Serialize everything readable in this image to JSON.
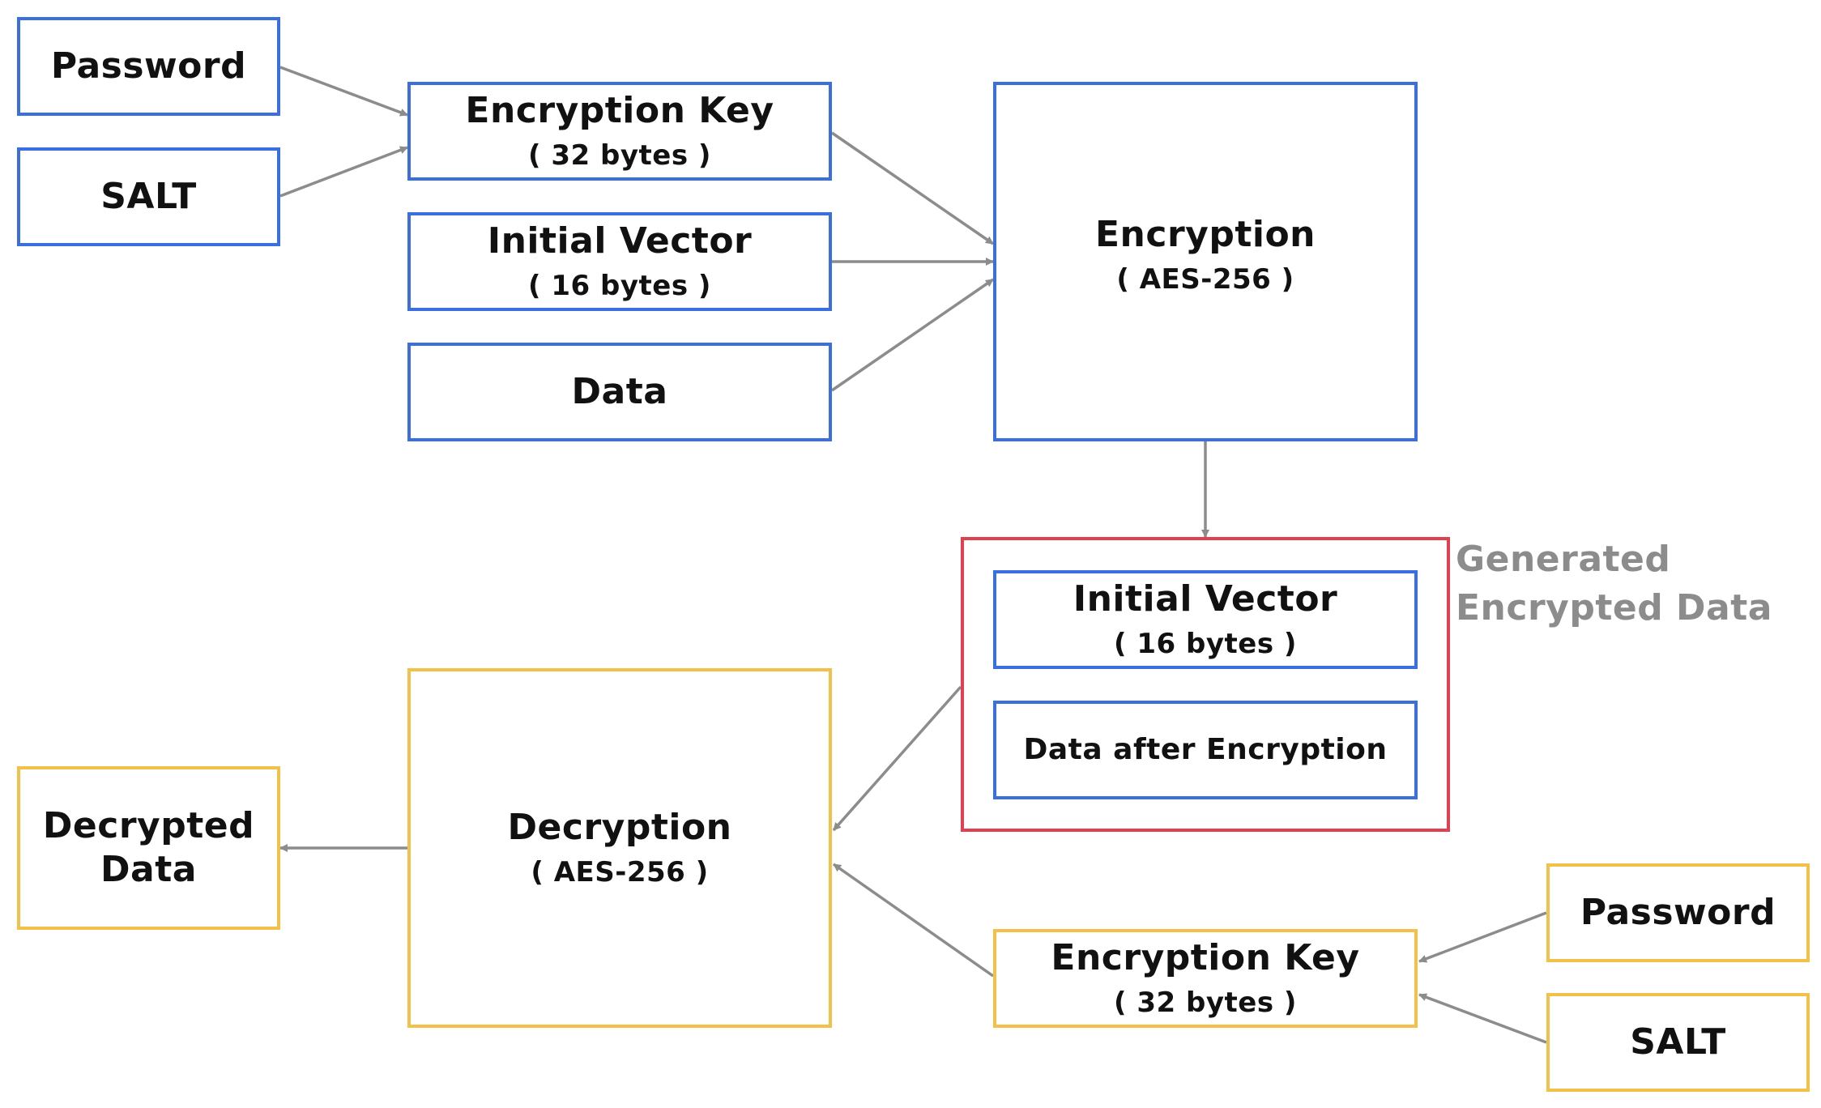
{
  "colors": {
    "encrypt_border": "#3b6fe0",
    "decrypt_border": "#f2c14a",
    "output_border": "#e0414e",
    "arrow": "#8c8c8c",
    "note_text": "#8c8c8c"
  },
  "encryption": {
    "password": "Password",
    "salt": "SALT",
    "key": {
      "title": "Encryption Key",
      "size": "( 32 bytes )"
    },
    "iv": {
      "title": "Initial Vector",
      "size": "( 16 bytes )"
    },
    "data": "Data",
    "engine": {
      "title": "Encryption",
      "algorithm": "( AES-256 )"
    }
  },
  "generated": {
    "label_line1": "Generated",
    "label_line2": "Encrypted Data",
    "iv": {
      "title": "Initial Vector",
      "size": "( 16 bytes )"
    },
    "data": "Data after Encryption"
  },
  "decryption": {
    "engine": {
      "title": "Decryption",
      "algorithm": "( AES-256 )"
    },
    "output_line1": "Decrypted",
    "output_line2": "Data",
    "key": {
      "title": "Encryption Key",
      "size": "( 32 bytes )"
    },
    "password": "Password",
    "salt": "SALT"
  }
}
